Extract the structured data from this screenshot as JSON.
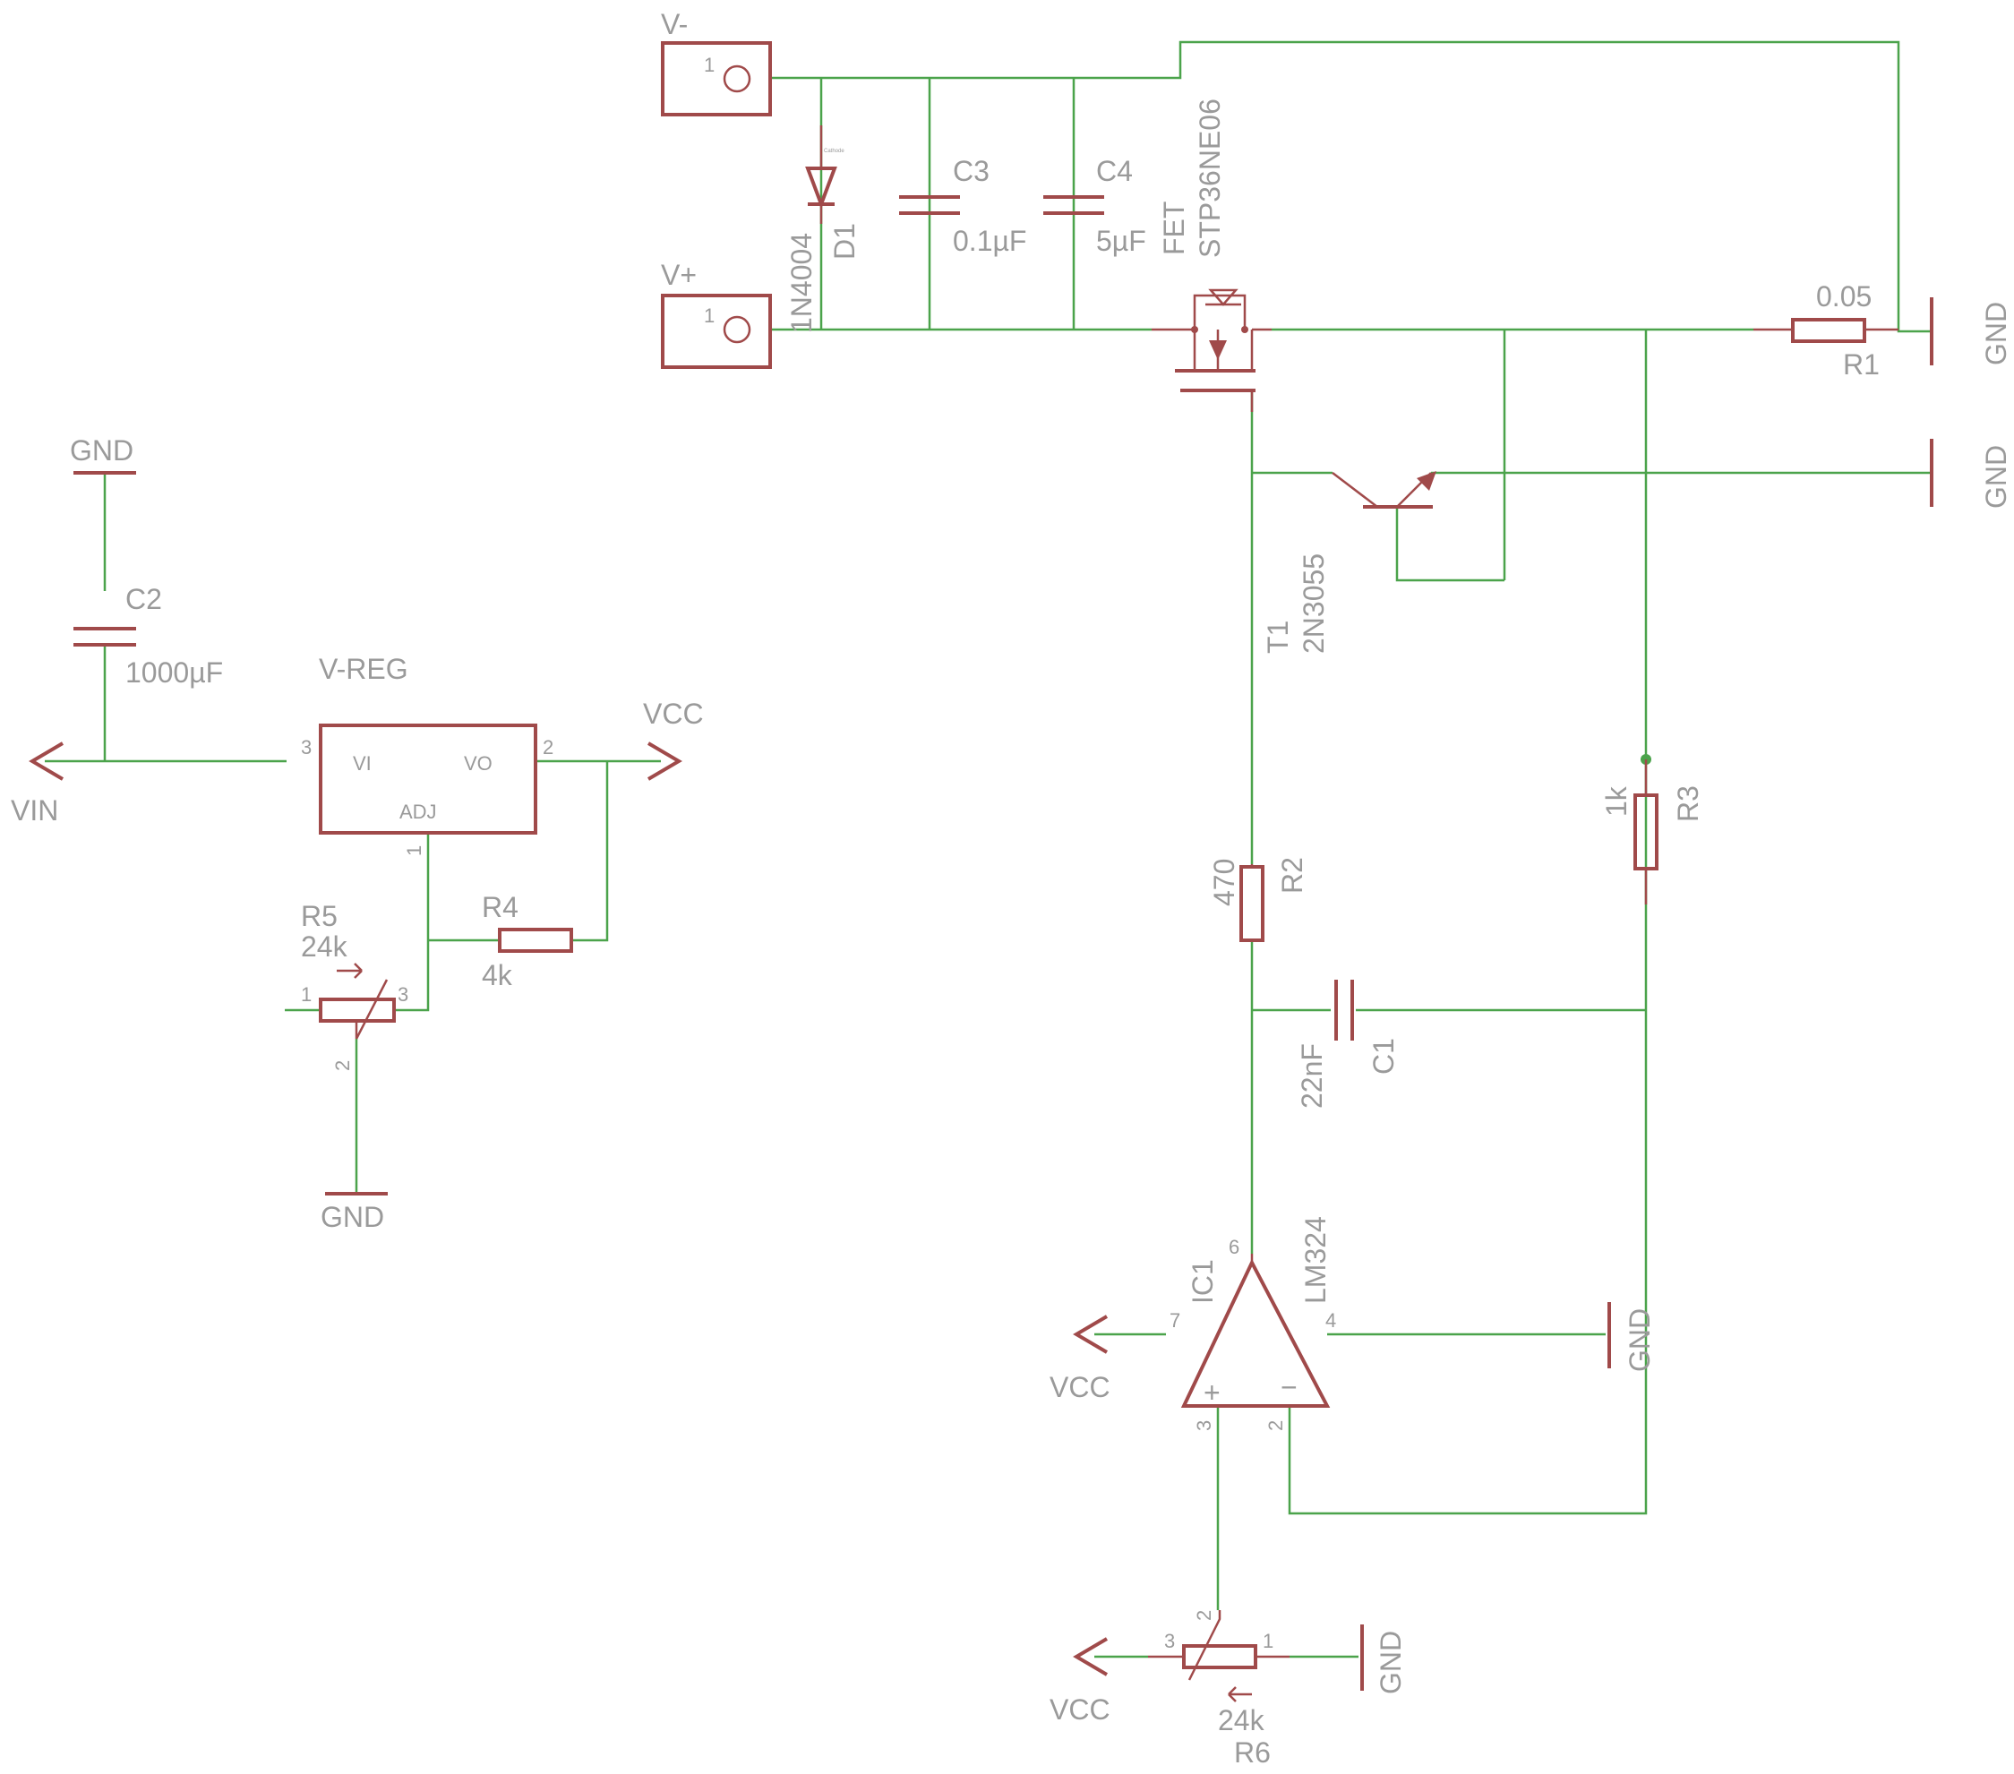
{
  "colors": {
    "wire": "#4ba34b",
    "symbol": "#a04a4a",
    "text": "#9a9a9a",
    "background": "#ffffff"
  },
  "labels": {
    "vminus": "V-",
    "vplus": "V+",
    "c3_name": "C3",
    "c3_value": "0.1µF",
    "c4_name": "C4",
    "c4_value": "5µF",
    "d1_part": "1N4004",
    "d1_name": "D1",
    "fet_name": "FET",
    "fet_part": "STP36NE06",
    "r1_value": "0.05",
    "r1_name": "R1",
    "gnd": "GND",
    "c2_name": "C2",
    "c2_value": "1000µF",
    "vreg_name": "V-REG",
    "vreg_vi": "VI",
    "vreg_vo": "VO",
    "vreg_adj": "ADJ",
    "vcc": "VCC",
    "vin": "VIN",
    "r5_name": "R5",
    "r5_value": "24k",
    "r4_name": "R4",
    "r4_value": "4k",
    "t1_name": "T1",
    "t1_part": "2N3055",
    "r3_value": "1k",
    "r3_name": "R3",
    "r2_value": "470",
    "r2_name": "R2",
    "c1_value": "22nF",
    "c1_name": "C1",
    "ic1_name": "IC1",
    "ic1_part": "LM324",
    "r6_value": "24k",
    "r6_name": "R6",
    "opamp_plus": "+",
    "opamp_minus": "−"
  },
  "pins": {
    "p1": "1",
    "p2": "2",
    "p3": "3",
    "p4": "4",
    "p6": "6",
    "p7": "7"
  }
}
